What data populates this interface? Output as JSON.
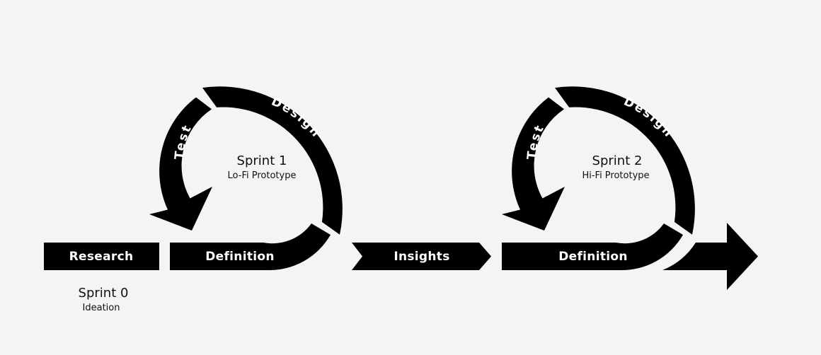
{
  "sprint0": {
    "title": "Sprint 0",
    "subtitle": "Ideation",
    "bar_label": "Research"
  },
  "sprint1": {
    "title": "Sprint 1",
    "subtitle": "Lo-Fi Prototype",
    "bar_label": "Definition",
    "design_label": "Design",
    "test_label": "Test"
  },
  "insights": {
    "label": "Insights"
  },
  "sprint2": {
    "title": "Sprint 2",
    "subtitle": "Hi-Fi Prototype",
    "bar_label": "Definition",
    "design_label": "Design",
    "test_label": "Test"
  },
  "colors": {
    "background": "#f3f4f6",
    "shape": "#000000",
    "shape_text": "#ffffff",
    "text": "#111111"
  }
}
